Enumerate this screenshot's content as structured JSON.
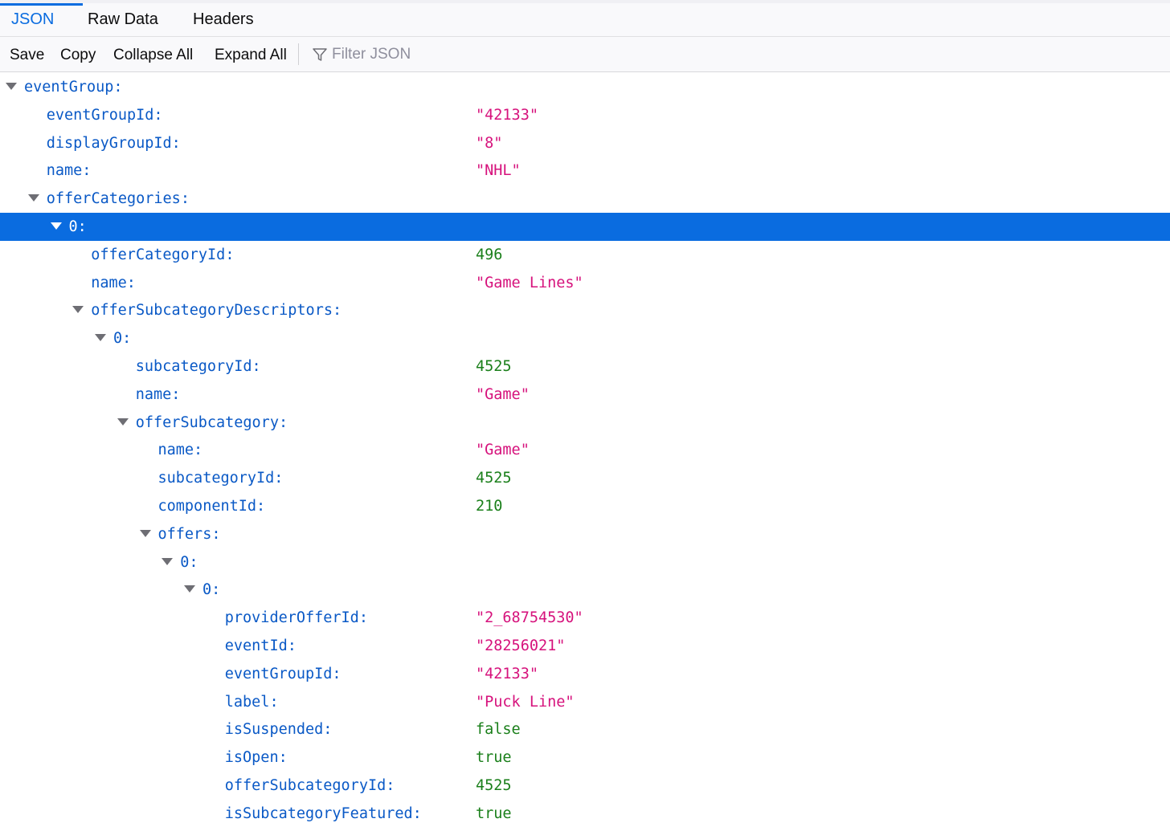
{
  "tabs": [
    {
      "label": "JSON",
      "selected": true
    },
    {
      "label": "Raw Data",
      "selected": false
    },
    {
      "label": "Headers",
      "selected": false
    }
  ],
  "toolbar": {
    "save_label": "Save",
    "copy_label": "Copy",
    "collapse_all_label": "Collapse All",
    "expand_all_label": "Expand All",
    "filter_placeholder": "Filter JSON",
    "filter_value": ""
  },
  "colors": {
    "accent": "#0a6ce0",
    "key": "#0a59c6",
    "string": "#d6127c",
    "number": "#1a7f1a"
  },
  "tree": [
    {
      "depth": 0,
      "key": "eventGroup:",
      "expandable": true,
      "value": null,
      "type": null
    },
    {
      "depth": 1,
      "key": "eventGroupId:",
      "expandable": false,
      "value": "\"42133\"",
      "type": "string"
    },
    {
      "depth": 1,
      "key": "displayGroupId:",
      "expandable": false,
      "value": "\"8\"",
      "type": "string"
    },
    {
      "depth": 1,
      "key": "name:",
      "expandable": false,
      "value": "\"NHL\"",
      "type": "string"
    },
    {
      "depth": 1,
      "key": "offerCategories:",
      "expandable": true,
      "value": null,
      "type": null
    },
    {
      "depth": 2,
      "key": "0:",
      "expandable": true,
      "value": null,
      "type": null,
      "selected": true
    },
    {
      "depth": 3,
      "key": "offerCategoryId:",
      "expandable": false,
      "value": "496",
      "type": "number"
    },
    {
      "depth": 3,
      "key": "name:",
      "expandable": false,
      "value": "\"Game Lines\"",
      "type": "string"
    },
    {
      "depth": 3,
      "key": "offerSubcategoryDescriptors:",
      "expandable": true,
      "value": null,
      "type": null
    },
    {
      "depth": 4,
      "key": "0:",
      "expandable": true,
      "value": null,
      "type": null
    },
    {
      "depth": 5,
      "key": "subcategoryId:",
      "expandable": false,
      "value": "4525",
      "type": "number"
    },
    {
      "depth": 5,
      "key": "name:",
      "expandable": false,
      "value": "\"Game\"",
      "type": "string"
    },
    {
      "depth": 5,
      "key": "offerSubcategory:",
      "expandable": true,
      "value": null,
      "type": null
    },
    {
      "depth": 6,
      "key": "name:",
      "expandable": false,
      "value": "\"Game\"",
      "type": "string"
    },
    {
      "depth": 6,
      "key": "subcategoryId:",
      "expandable": false,
      "value": "4525",
      "type": "number"
    },
    {
      "depth": 6,
      "key": "componentId:",
      "expandable": false,
      "value": "210",
      "type": "number"
    },
    {
      "depth": 6,
      "key": "offers:",
      "expandable": true,
      "value": null,
      "type": null
    },
    {
      "depth": 7,
      "key": "0:",
      "expandable": true,
      "value": null,
      "type": null
    },
    {
      "depth": 8,
      "key": "0:",
      "expandable": true,
      "value": null,
      "type": null
    },
    {
      "depth": 9,
      "key": "providerOfferId:",
      "expandable": false,
      "value": "\"2_68754530\"",
      "type": "string"
    },
    {
      "depth": 9,
      "key": "eventId:",
      "expandable": false,
      "value": "\"28256021\"",
      "type": "string"
    },
    {
      "depth": 9,
      "key": "eventGroupId:",
      "expandable": false,
      "value": "\"42133\"",
      "type": "string"
    },
    {
      "depth": 9,
      "key": "label:",
      "expandable": false,
      "value": "\"Puck Line\"",
      "type": "string"
    },
    {
      "depth": 9,
      "key": "isSuspended:",
      "expandable": false,
      "value": "false",
      "type": "boolean"
    },
    {
      "depth": 9,
      "key": "isOpen:",
      "expandable": false,
      "value": "true",
      "type": "boolean"
    },
    {
      "depth": 9,
      "key": "offerSubcategoryId:",
      "expandable": false,
      "value": "4525",
      "type": "number"
    },
    {
      "depth": 9,
      "key": "isSubcategoryFeatured:",
      "expandable": false,
      "value": "true",
      "type": "boolean"
    }
  ]
}
